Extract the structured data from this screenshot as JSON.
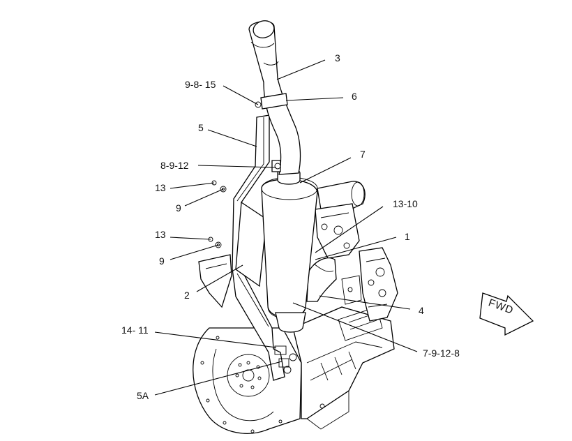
{
  "callouts": [
    {
      "id": "3",
      "text": "3"
    },
    {
      "id": "9-8-15",
      "text": "9-8- 15"
    },
    {
      "id": "6",
      "text": "6"
    },
    {
      "id": "5",
      "text": "5"
    },
    {
      "id": "7",
      "text": "7"
    },
    {
      "id": "8-9-12",
      "text": "8-9-12"
    },
    {
      "id": "13a",
      "text": "13"
    },
    {
      "id": "9a",
      "text": "9"
    },
    {
      "id": "13-10",
      "text": "13-10"
    },
    {
      "id": "13b",
      "text": "13"
    },
    {
      "id": "1",
      "text": "1"
    },
    {
      "id": "9b",
      "text": "9"
    },
    {
      "id": "2",
      "text": "2"
    },
    {
      "id": "4",
      "text": "4"
    },
    {
      "id": "14-11",
      "text": "14- 11"
    },
    {
      "id": "7-9-12-8",
      "text": "7-9-12-8"
    },
    {
      "id": "5A",
      "text": "5A"
    }
  ],
  "fwd_arrow": {
    "text": "FWD"
  }
}
